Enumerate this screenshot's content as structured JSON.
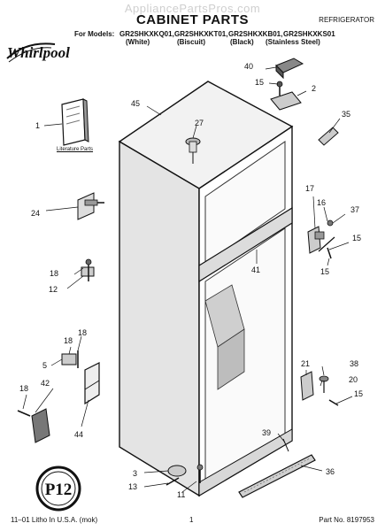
{
  "watermark": "AppliancePartsPros.com",
  "header": {
    "title": "CABINET PARTS",
    "category": "REFRIGERATOR",
    "models_prefix": "For Models:",
    "models": [
      "GR2SHKXKQ01,",
      "GR2SHKXKT01,",
      "GR2SHKXKB01,",
      "GR2SHKXKS01"
    ],
    "colors": [
      "(White)",
      "(Biscuit)",
      "(Black)",
      "(Stainless Steel)"
    ]
  },
  "brand": "Whirlpool",
  "literature_label": "Literature Parts",
  "footer": {
    "left": "11–01 Litho In U.S.A. (mok)",
    "page": "1",
    "part_no": "Part No. 8197953"
  },
  "callouts": {
    "c1": "1",
    "c2": "2",
    "c3": "3",
    "c5": "5",
    "c11": "11",
    "c12": "12",
    "c13": "13",
    "c15a": "15",
    "c15b": "15",
    "c15c": "15",
    "c15d": "15",
    "c16": "16",
    "c17": "17",
    "c18a": "18",
    "c18b": "18",
    "c18c": "18",
    "c18d": "18",
    "c20": "20",
    "c21": "21",
    "c24": "24",
    "c27": "27",
    "c35": "35",
    "c36": "36",
    "c37": "37",
    "c38": "38",
    "c39": "39",
    "c40": "40",
    "c41": "41",
    "c42": "42",
    "c44": "44",
    "c45": "45"
  }
}
